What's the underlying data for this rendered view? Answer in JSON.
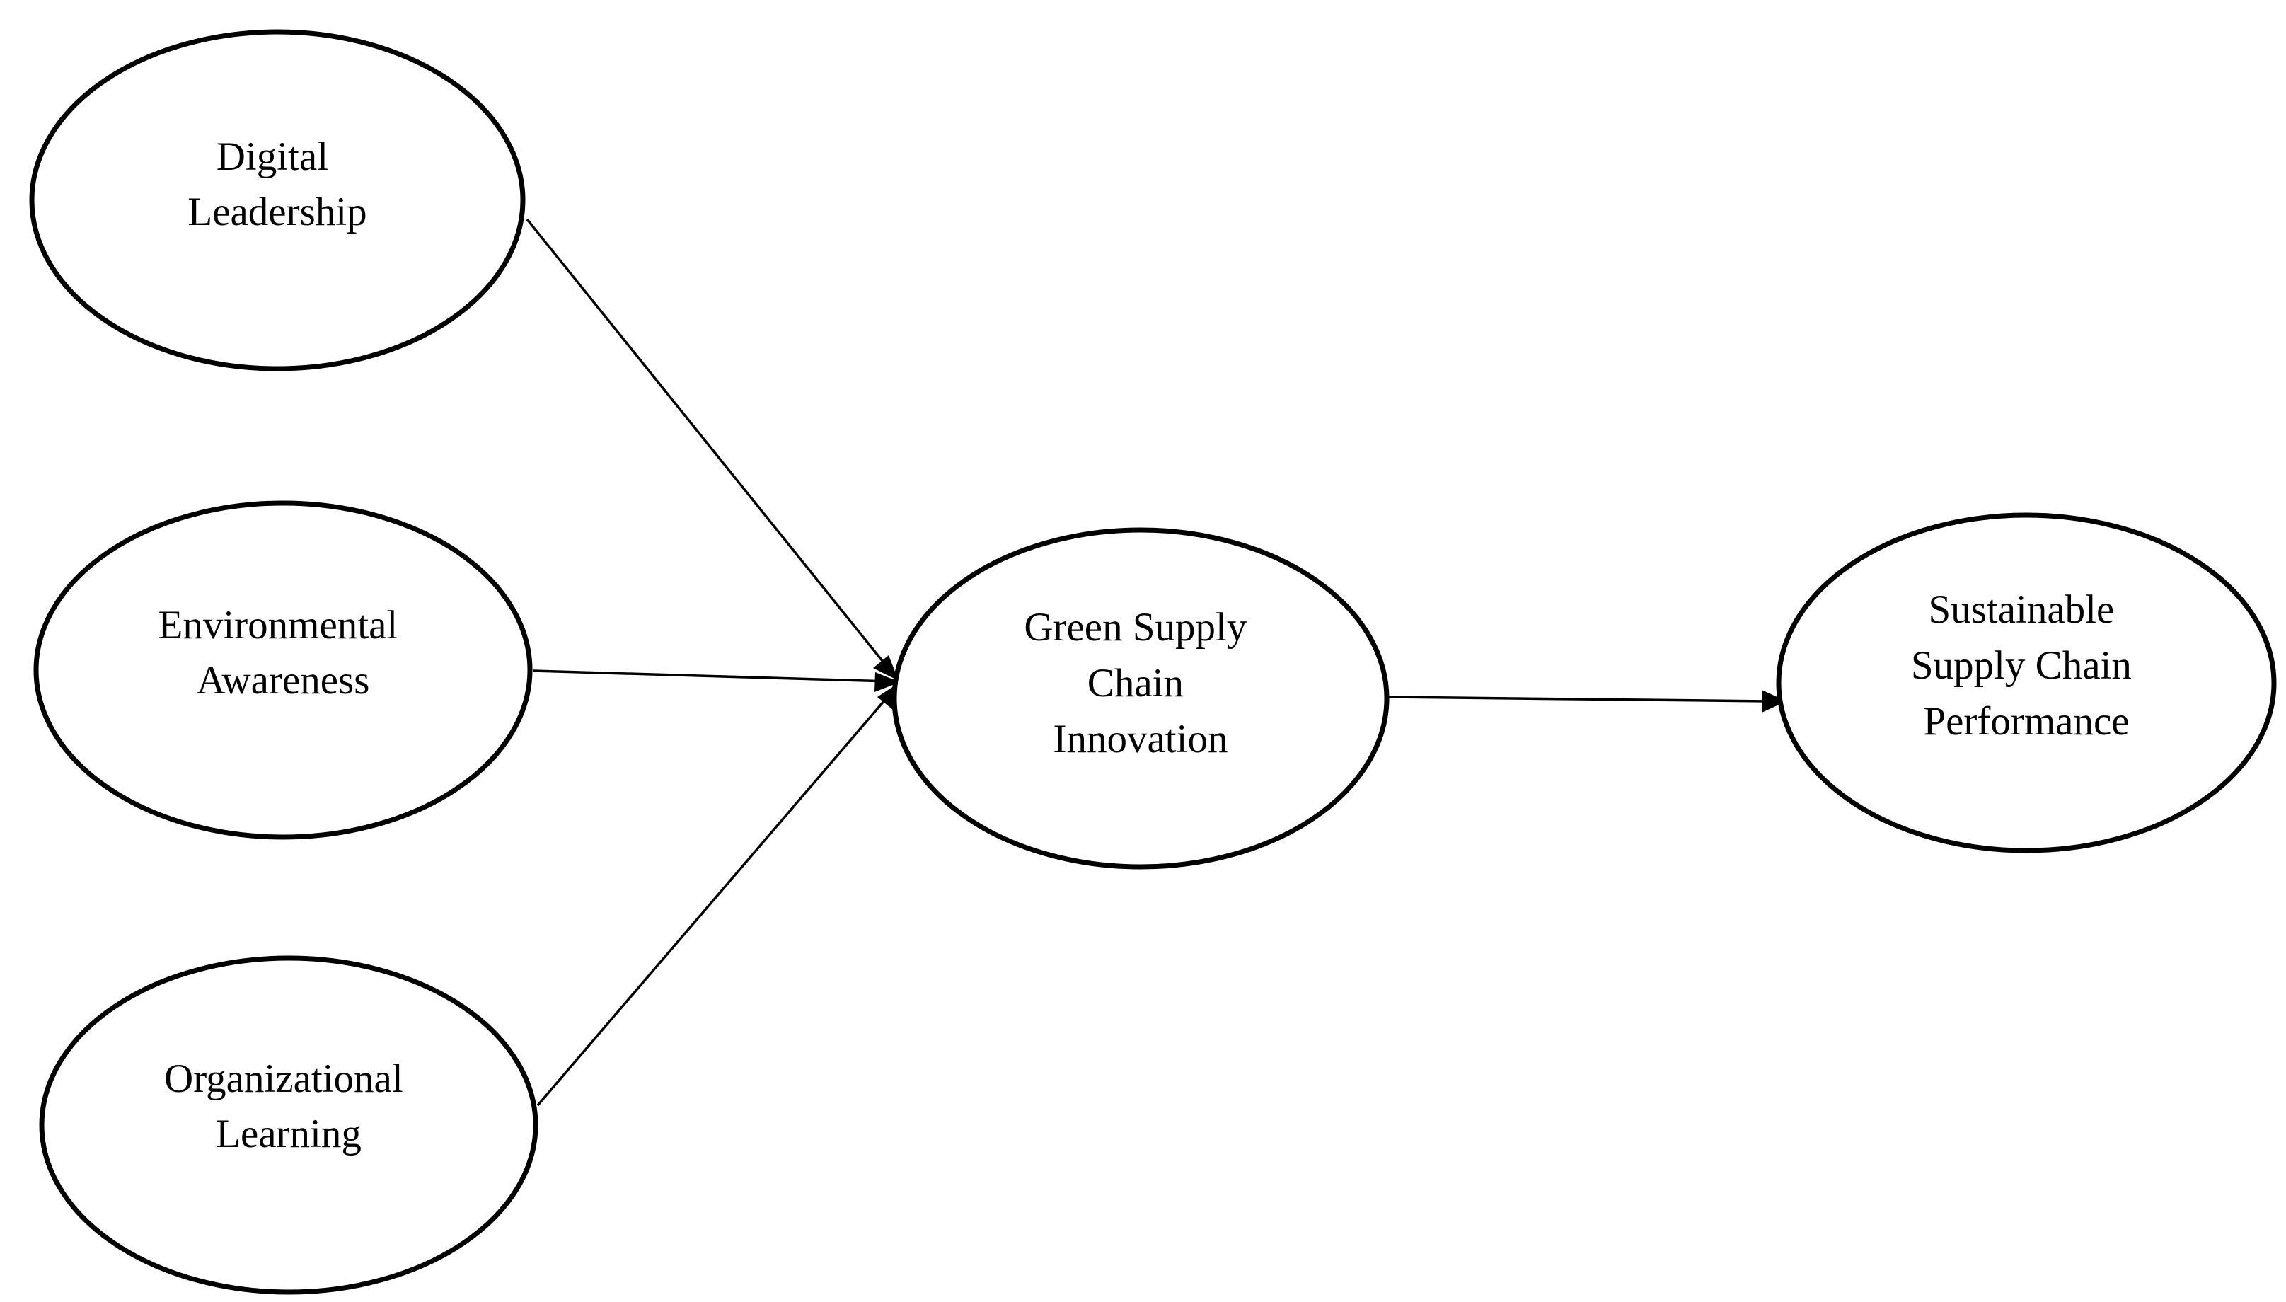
{
  "nodes": {
    "digital_leadership": {
      "lines": [
        "Digital",
        "Leadership"
      ]
    },
    "environmental_awareness": {
      "lines": [
        "Environmental",
        "Awareness"
      ]
    },
    "organizational_learning": {
      "lines": [
        "Organizational",
        "Learning"
      ]
    },
    "green_supply_chain_innovation": {
      "lines": [
        "Green Supply",
        "Chain",
        "Innovation"
      ]
    },
    "sustainable_supply_chain_performance": {
      "lines": [
        "Sustainable",
        "Supply Chain",
        "Performance"
      ]
    }
  },
  "edges": [
    {
      "from": "digital_leadership",
      "to": "green_supply_chain_innovation"
    },
    {
      "from": "environmental_awareness",
      "to": "green_supply_chain_innovation"
    },
    {
      "from": "organizational_learning",
      "to": "green_supply_chain_innovation"
    },
    {
      "from": "green_supply_chain_innovation",
      "to": "sustainable_supply_chain_performance"
    }
  ],
  "colors": {
    "stroke": "#000000",
    "background": "#ffffff"
  }
}
